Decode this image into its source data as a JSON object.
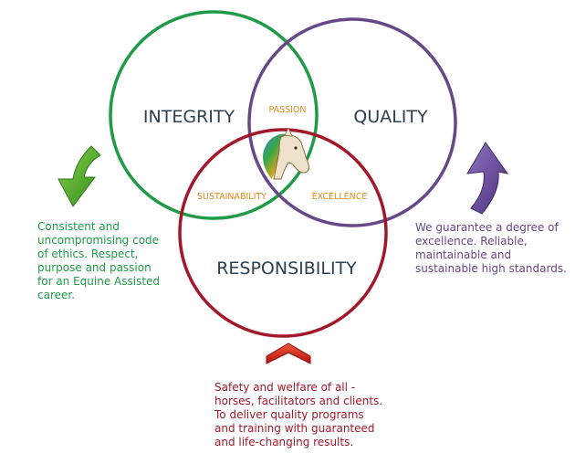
{
  "colors": {
    "integrity": "#1f9b48",
    "quality": "#664889",
    "responsibility": "#a3172a",
    "overlap_text": "#e08a1c",
    "label_text": "#2e3f52"
  },
  "circles": {
    "integrity": {
      "label": "INTEGRITY",
      "color": "#1f9b48"
    },
    "quality": {
      "label": "QUALITY",
      "color": "#664889"
    },
    "responsibility": {
      "label": "RESPONSIBILITY",
      "color": "#a3172a"
    }
  },
  "overlaps": {
    "passion": "PASSION",
    "sustainability": "SUSTAINABILITY",
    "excellence": "EXCELLENCE"
  },
  "center_icon": "horse-head-logo-icon",
  "arrows": {
    "integrity": {
      "icon": "curved-arrow-down-icon",
      "color": "#4caf2a"
    },
    "quality": {
      "icon": "curved-arrow-up-icon",
      "color": "#6b4a99"
    },
    "responsibility": {
      "icon": "chevron-up-arrow-icon",
      "color": "#d42b1e"
    }
  },
  "descriptions": {
    "integrity": "Consistent and\nuncompromising code\nof ethics. Respect,\npurpose and passion\nfor an Equine Assisted\ncareer.",
    "quality": "We guarantee a degree of\nexcellence. Reliable,\nmaintainable and\nsustainable high standards.",
    "responsibility": "Safety and welfare of all -\nhorses, facilitators and clients.\nTo deliver quality programs\nand training with guaranteed\nand life-changing results."
  }
}
